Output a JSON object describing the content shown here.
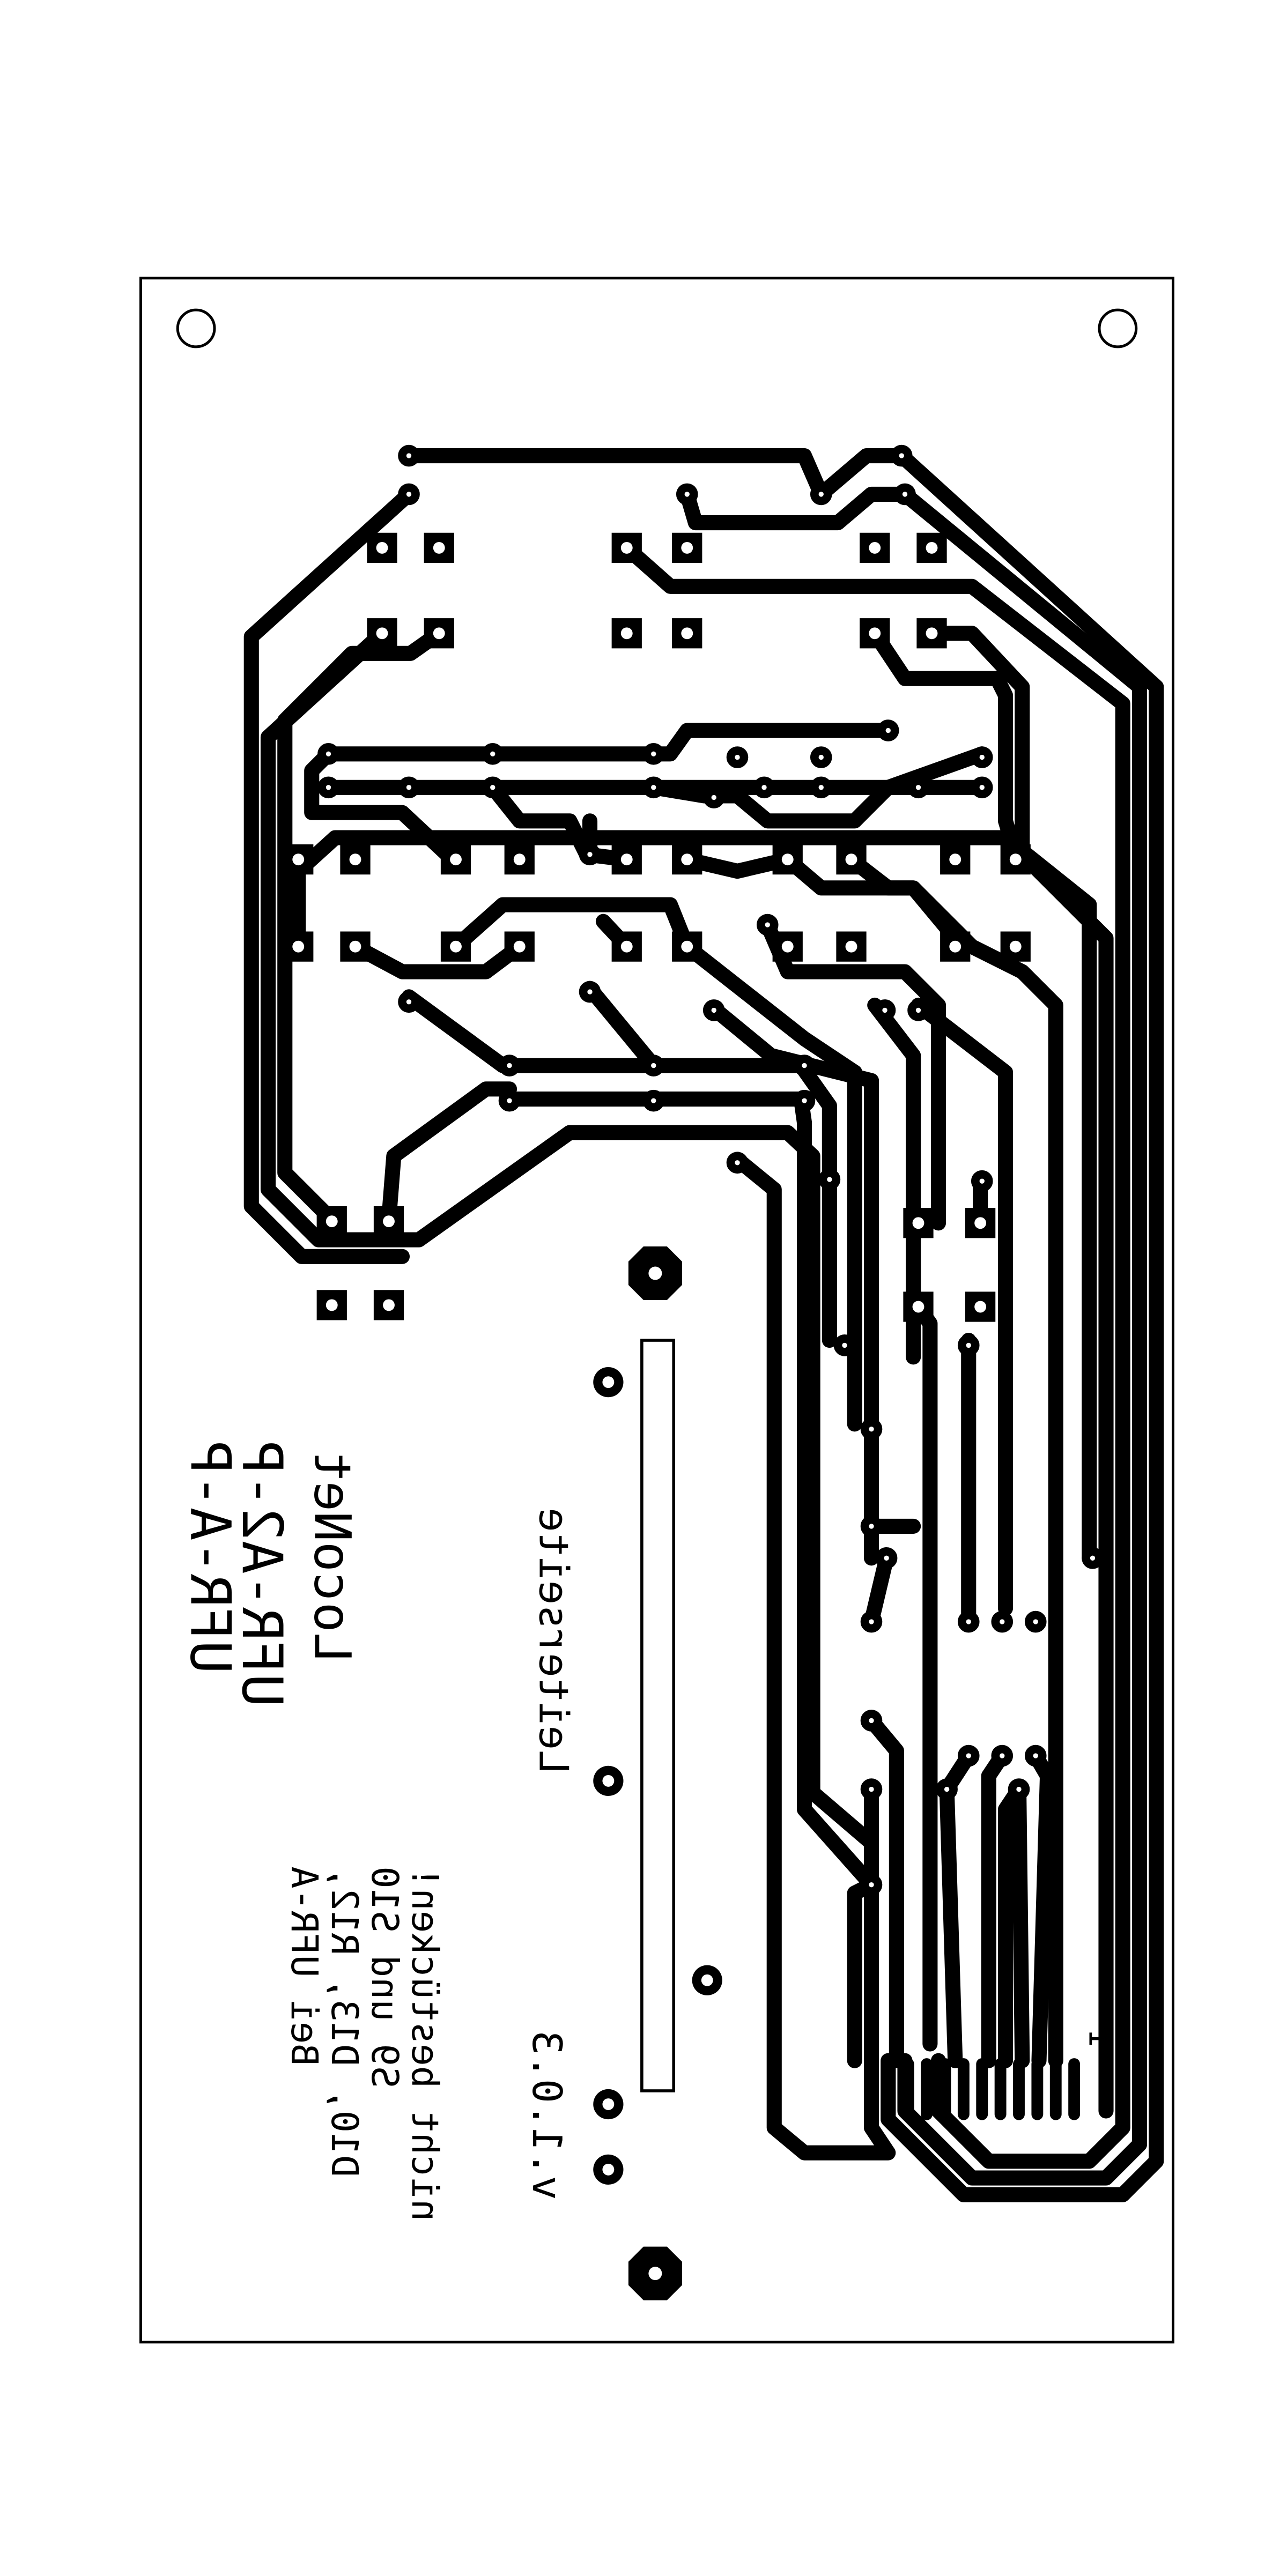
{
  "labels": {
    "board_name_1": "UFR-A-P",
    "board_name_2": "UFR-A2-P",
    "bus_name": "LocoNet",
    "side_note": "Leiterseite",
    "version": "v.1.0.3",
    "pin_one_marker": "1",
    "note_lines": [
      "nicht bestücken!",
      "S9 und S10",
      "D10, D13, R12,",
      "Bei UFR-A"
    ]
  },
  "colors": {
    "copper": "#000000",
    "background": "#ffffff"
  }
}
